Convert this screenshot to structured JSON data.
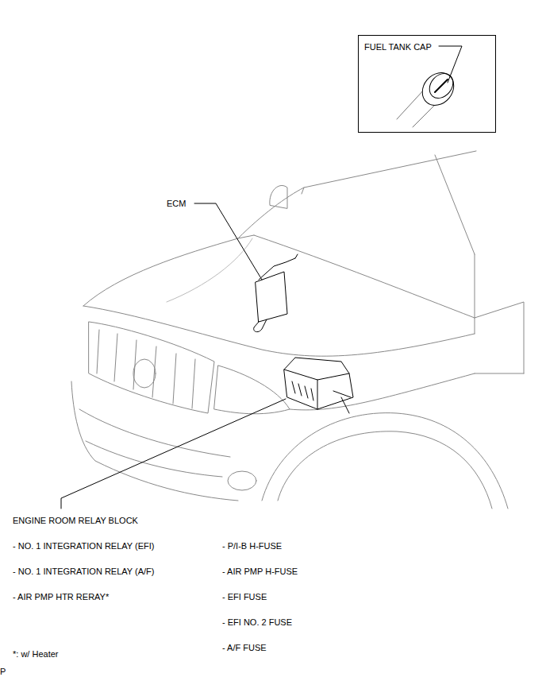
{
  "diagram": {
    "nodes": [
      {
        "text": [
          "FUEL TANK CAP"
        ]
      }
    ],
    "labels": [
      "ECM",
      "ENGINE ROOM RELAY BLOCK",
      "- NO. 1 INTEGRATION RELAY (EFI)",
      "- NO. 1 INTEGRATION RELAY (A/F)",
      "- AIR PMP HTR RERAY*",
      "- P/I-B H-FUSE",
      "- AIR PMP H-FUSE",
      "- EFI FUSE",
      "- EFI NO. 2 FUSE",
      "- A/F FUSE",
      "*: w/ Heater",
      "P"
    ]
  }
}
